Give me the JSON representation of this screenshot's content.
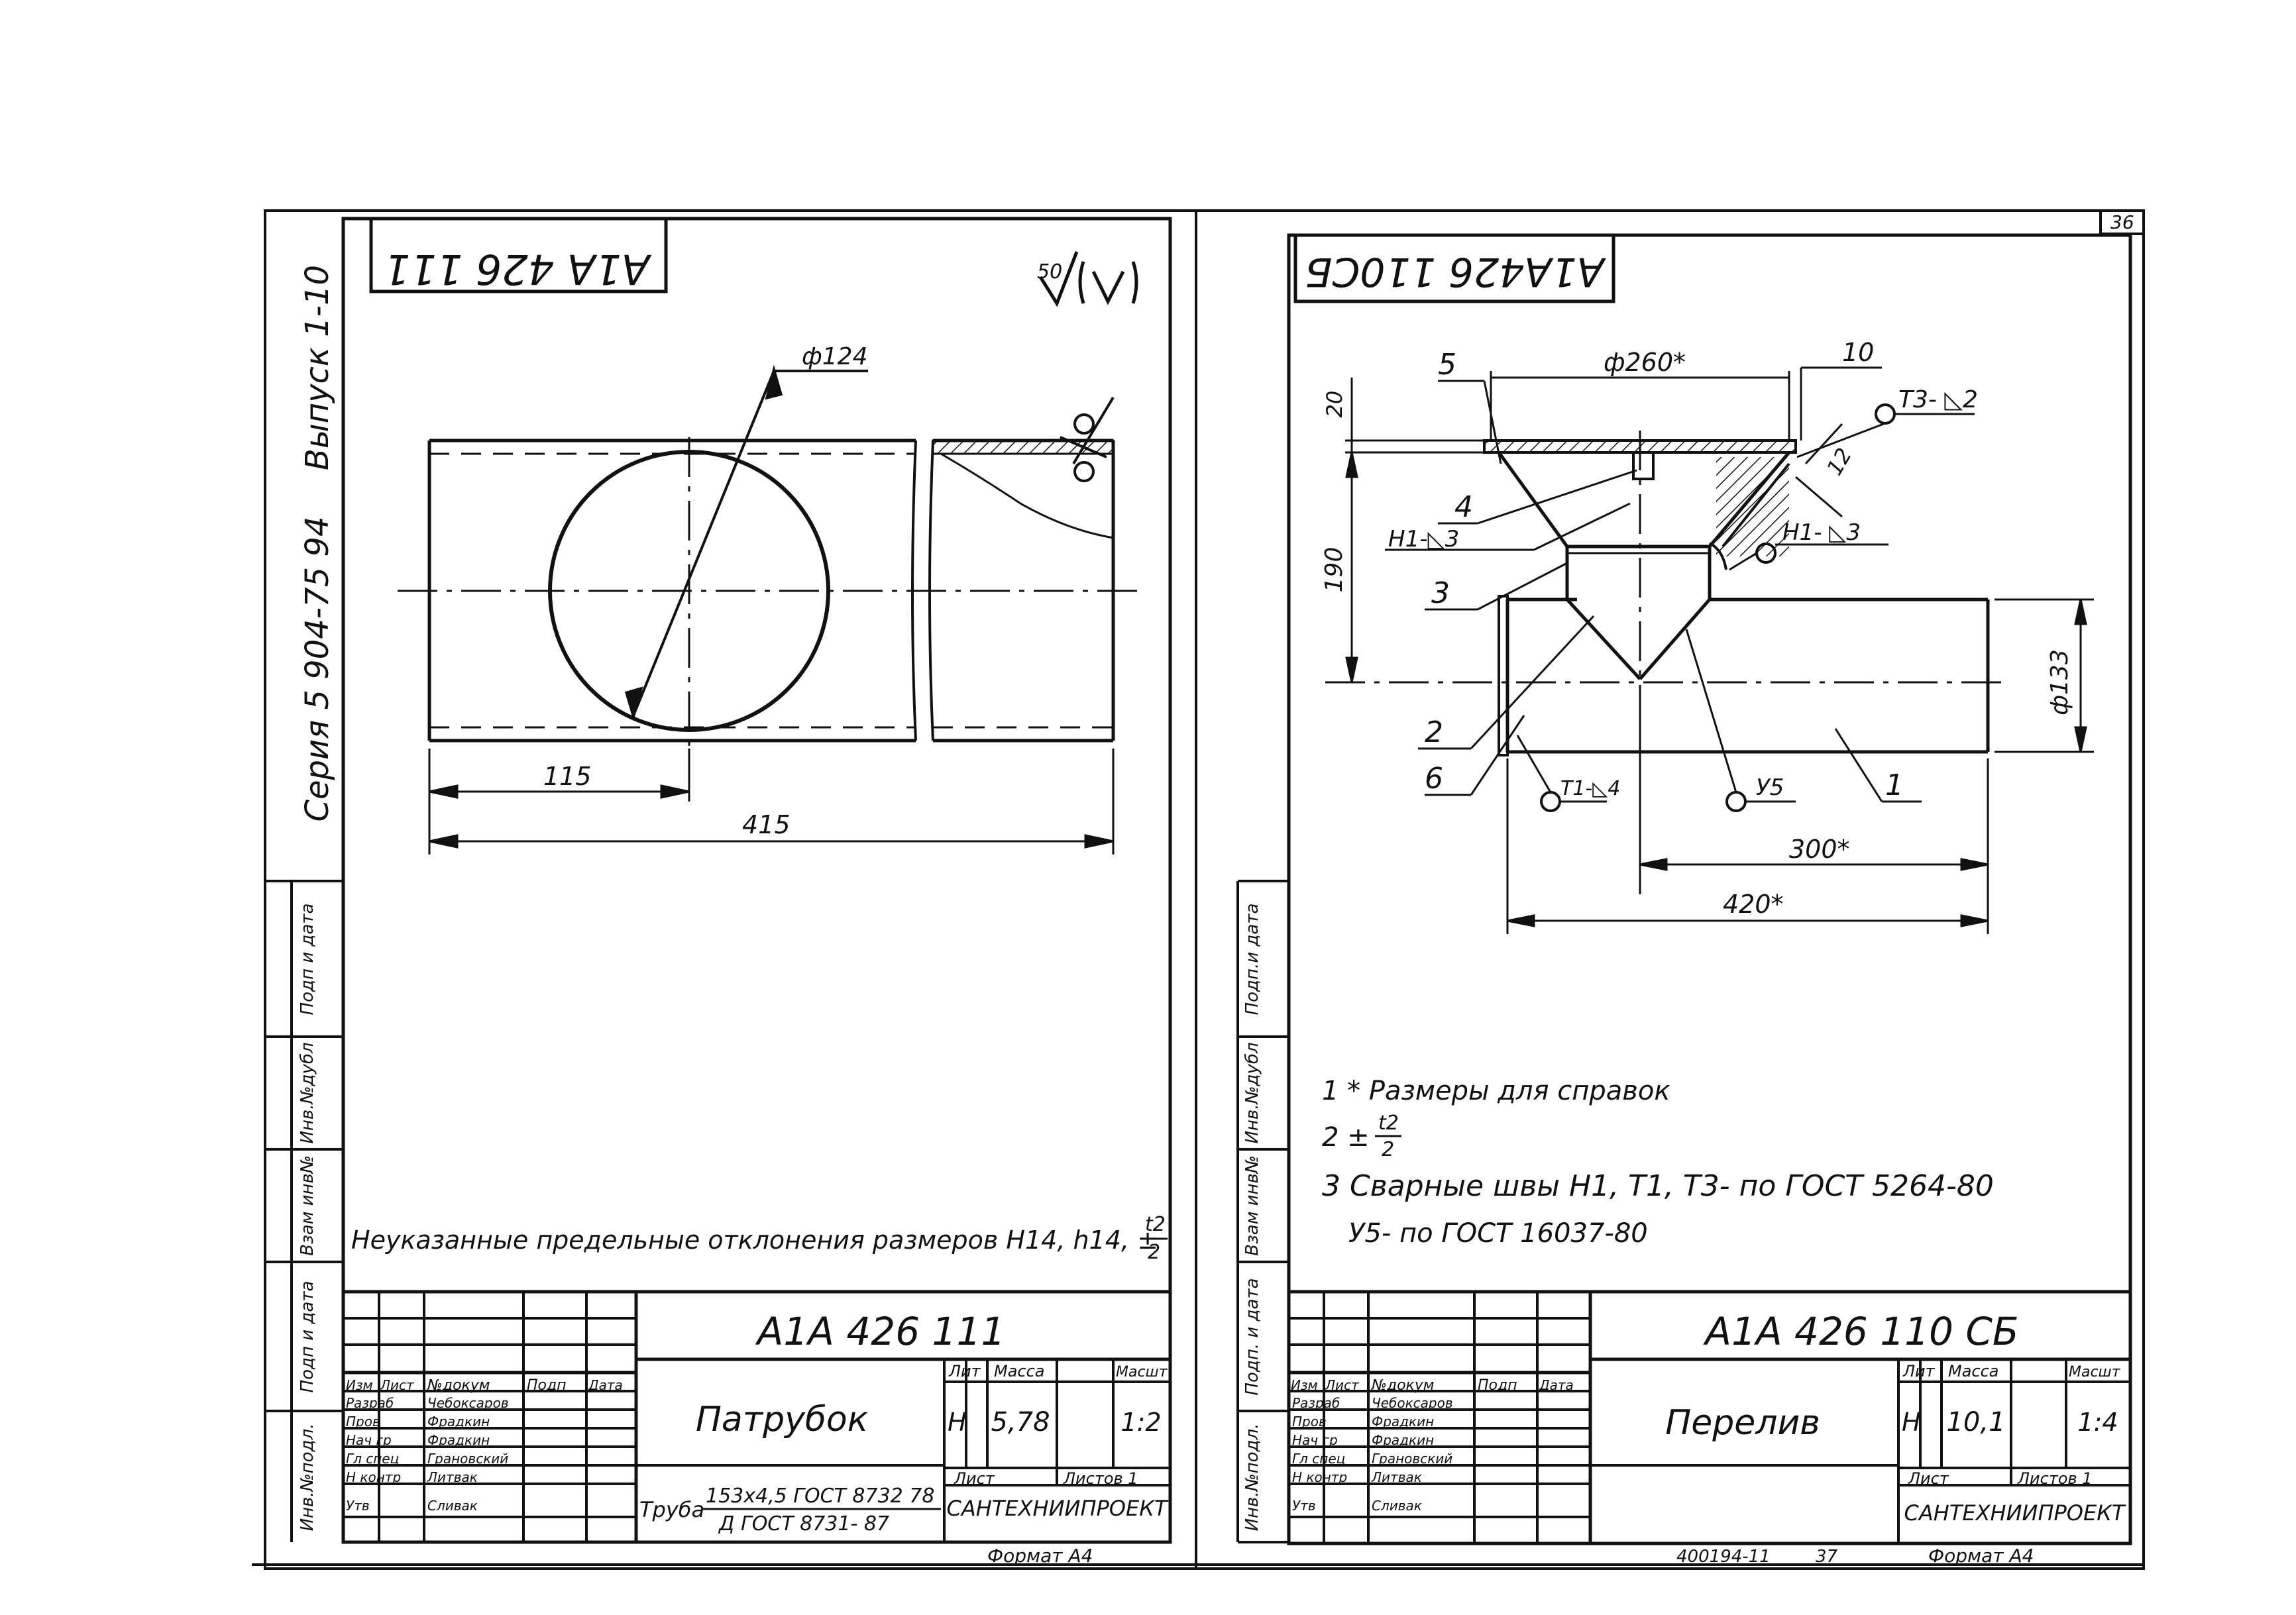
{
  "sheet_number": "36",
  "left_sheet": {
    "code_stamp": "А1А 426 111",
    "roughness_value": "50",
    "series_label": "Серия 5 904-75 94",
    "issue_label": "Выпуск 1-10",
    "dims": {
      "diameter": "ф124",
      "d115": "115",
      "d415": "415"
    },
    "note": "Неуказанные предельные отклонения размеров Н14, h14, ±",
    "note_fraction": {
      "num": "t2",
      "den": "2"
    },
    "side_labels": [
      "Подп и дата",
      "Инв.№дубл",
      "Взам инв№",
      "Подп и дата",
      "Инв.№подл."
    ],
    "title_block": {
      "designation": "А1А 426 111",
      "name": "Патрубок",
      "header": [
        "Изм",
        "Лист",
        "№докум",
        "Подп",
        "Дата"
      ],
      "roles": [
        {
          "role": "Разраб",
          "person": "Чебоксаров"
        },
        {
          "role": "Пров",
          "person": "Фрадкин"
        },
        {
          "role": "Нач гр",
          "person": "Фрадкин"
        },
        {
          "role": "Гл спец",
          "person": "Грановский"
        },
        {
          "role": "Н контр",
          "person": "Литвак"
        },
        {
          "role": "Утв",
          "person": "Сливак"
        }
      ],
      "lit_label": "Лит",
      "mass_label": "Масса",
      "scale_label": "Масшт",
      "lit": "Н",
      "mass": "5,78",
      "scale": "1:2",
      "sheet_label": "Лист",
      "sheets_label": "Листов 1",
      "material_prefix": "Труба",
      "material_line1": "153х4,5 ГОСТ 8732 78",
      "material_line2": "Д ГОСТ 8731- 87",
      "org": "САНТЕХНИИПРОЕКТ"
    },
    "format": "Формат А4"
  },
  "right_sheet": {
    "code_stamp": "А1А426 110СБ",
    "dims": {
      "d260": "ф260*",
      "d10": "10",
      "d20": "20",
      "d190": "190",
      "d133": "ф133",
      "d12": "12",
      "d300": "300*",
      "d420": "420*"
    },
    "positions": [
      "5",
      "4",
      "3",
      "2",
      "6",
      "1"
    ],
    "welds": {
      "t3": "Т3- ◺2",
      "h1_left": "Н1-◺3",
      "h1_right": "Н1- ◺3",
      "t1": "Т1-◺4",
      "u5": "У5"
    },
    "notes": [
      "1 * Размеры для справок",
      "2 ±",
      "3 Сварные швы Н1, Т1, Т3- по ГОСТ 5264-80",
      "У5- по ГОСТ 16037-80"
    ],
    "note2_fraction": {
      "num": "t2",
      "den": "2"
    },
    "side_labels": [
      "Подп.и дата",
      "Инв.№дубл",
      "Взам инв№",
      "Подп. и дата",
      "Инв.№подл."
    ],
    "title_block": {
      "designation": "А1А 426 110 СБ",
      "name": "Перелив",
      "header": [
        "Изм",
        "Лист",
        "№докум",
        "Подп",
        "Дата"
      ],
      "roles": [
        {
          "role": "Разраб",
          "person": "Чебоксаров"
        },
        {
          "role": "Пров",
          "person": "Фрадкин"
        },
        {
          "role": "Нач гр",
          "person": "Фрадкин"
        },
        {
          "role": "Гл спец",
          "person": "Грановский"
        },
        {
          "role": "Н контр",
          "person": "Литвак"
        },
        {
          "role": "Утв",
          "person": "Сливак"
        }
      ],
      "lit_label": "Лит",
      "mass_label": "Масса",
      "scale_label": "Масшт",
      "lit": "Н",
      "mass": "10,1",
      "scale": "1:4",
      "sheet_label": "Лист",
      "sheets_label": "Листов 1",
      "org": "САНТЕХНИИПРОЕКТ"
    },
    "footer_code": "400194-11",
    "footer_page": "37",
    "format": "Формат А4"
  }
}
